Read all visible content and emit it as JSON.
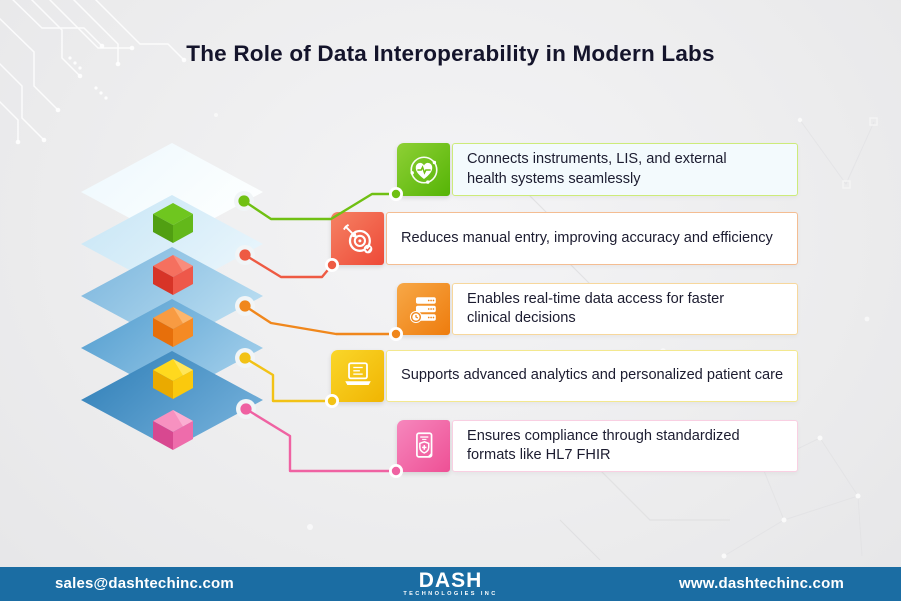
{
  "title": "The Role of Data Interoperability in Modern Labs",
  "items": [
    {
      "label": "Connects instruments, LIS, and external health systems seamlessly",
      "icon": "heart-pulse-icon",
      "accent": "#70c013",
      "grad": [
        "#8ed035",
        "#55b406"
      ],
      "border": "#cdeb7a",
      "bg": "#f3fafd"
    },
    {
      "label": "Reduces manual entry, improving accuracy and efficiency",
      "icon": "target-dart-icon",
      "accent": "#ee5a43",
      "grad": [
        "#f58264",
        "#ee4937"
      ],
      "border": "#f4bd92",
      "bg": "#ffffff"
    },
    {
      "label": "Enables real-time data access for faster clinical decisions",
      "icon": "server-clock-icon",
      "accent": "#f0871c",
      "grad": [
        "#f7a847",
        "#ee7c0d"
      ],
      "border": "#f7d79c",
      "bg": "#ffffff"
    },
    {
      "label": "Supports advanced analytics and personalized patient care",
      "icon": "laptop-analytics-icon",
      "accent": "#f2c216",
      "grad": [
        "#fad62a",
        "#f0b502"
      ],
      "border": "#f3e88f",
      "bg": "#ffffff"
    },
    {
      "label": "Ensures compliance through standardized formats like HL7 FHIR",
      "icon": "document-shield-icon",
      "accent": "#ef62a2",
      "grad": [
        "#f687bd",
        "#ee5095"
      ],
      "border": "#f9cfe2",
      "bg": "#ffffff"
    }
  ],
  "stack": {
    "layers": [
      {
        "from": "#edf8fd",
        "to": "#fdffff"
      },
      {
        "from": "#c6e5f5",
        "to": "#e8f5fc"
      },
      {
        "from": "#79b4dc",
        "to": "#b9ddf1"
      },
      {
        "from": "#4f9bce",
        "to": "#9fcdea"
      },
      {
        "from": "#2d7db6",
        "to": "#71aed9"
      }
    ],
    "cubes": [
      {
        "top": "#6fc61f",
        "left": "#519f12",
        "right": "#63b81a"
      },
      {
        "top": "#f5705f",
        "left": "#d73427",
        "right": "#ee584a"
      },
      {
        "top": "#f89b42",
        "left": "#e76f0a",
        "right": "#f58a24"
      },
      {
        "top": "#ffd91e",
        "left": "#eaaa00",
        "right": "#fbc90d"
      },
      {
        "top": "#f791c0",
        "left": "#d84890",
        "right": "#ee6cab"
      }
    ]
  },
  "footer": {
    "email": "sales@dashtechinc.com",
    "website": "www.dashtechinc.com",
    "logo_name": "DASH",
    "logo_sub": "TECHNOLOGIES INC",
    "bar_color": "#1b6da3"
  },
  "colors": {
    "background": "#ededee",
    "title": "#14142b",
    "body_text": "#1c1c30"
  }
}
